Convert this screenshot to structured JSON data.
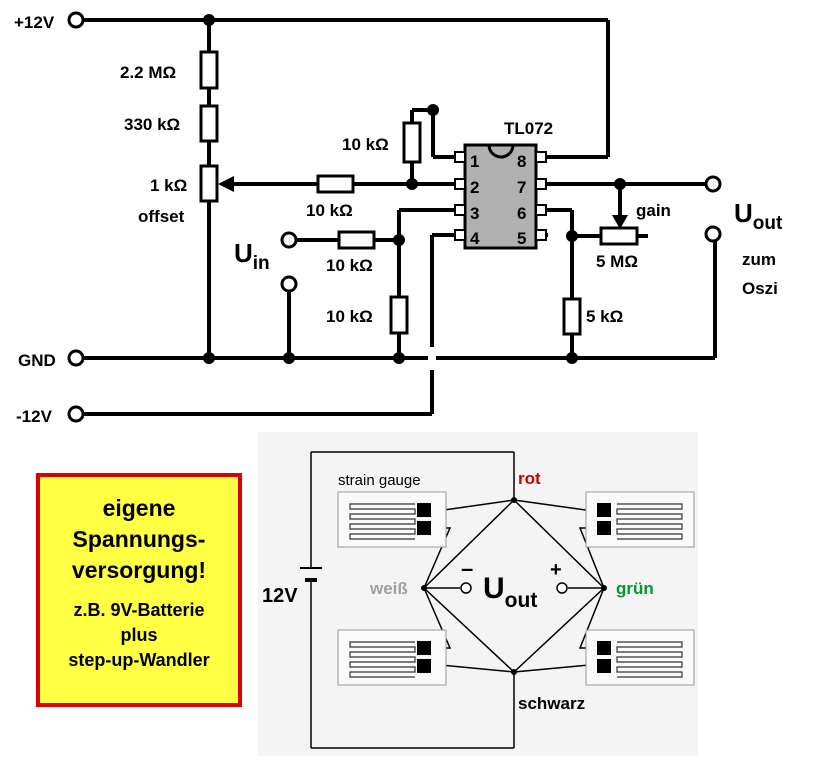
{
  "circuit": {
    "rail_pos": "+12V",
    "rail_gnd": "GND",
    "rail_neg": "-12V",
    "r_top": "2.2 MΩ",
    "r_mid": "330 kΩ",
    "pot_offset_value": "1 kΩ",
    "pot_offset_label": "offset",
    "r_feedback": "10 kΩ",
    "r_input_inv": "10 kΩ",
    "r_input_noninv": "10 kΩ",
    "r_ground_noninv": "10 kΩ",
    "ic_name": "TL072",
    "pins": [
      "1",
      "2",
      "3",
      "4",
      "8",
      "7",
      "6",
      "5"
    ],
    "gain_label": "gain",
    "pot_gain_value": "5 MΩ",
    "r_gain_ground": "5 kΩ",
    "uin_main": "U",
    "uin_sub": "in",
    "uout_main": "U",
    "uout_sub": "out",
    "uout_note1": "zum",
    "uout_note2": "Oszi"
  },
  "bridge": {
    "sensor_label": "strain gauge",
    "top_wire": "rot",
    "left_wire": "weiß",
    "right_wire": "grün",
    "bottom_wire": "schwarz",
    "battery": "12V",
    "minus": "–",
    "plus": "+",
    "uout_main": "U",
    "uout_sub": "out"
  },
  "colors": {
    "rot": "#cc0000",
    "weiss": "#a0a0a0",
    "gruen": "#009933",
    "box_fill": "#ffff44",
    "box_border": "#dd0000",
    "ic_fill": "#b0b0b0"
  },
  "note": {
    "line1": "eigene",
    "line2": "Spannungs-",
    "line3": "versorgung!",
    "line4": "z.B. 9V-Batterie",
    "line5": "plus",
    "line6": "step-up-Wandler"
  }
}
